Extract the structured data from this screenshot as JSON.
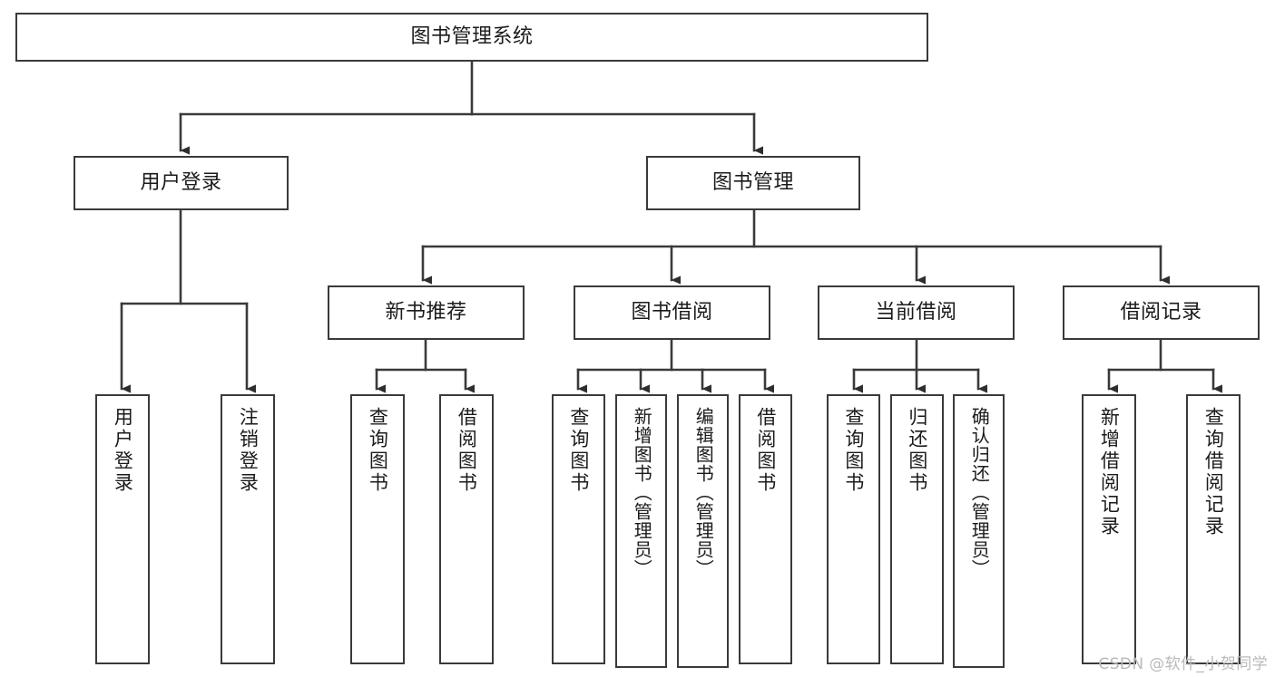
{
  "diagram": {
    "title": "图书管理系统",
    "type": "tree-hierarchy",
    "root": {
      "label": "图书管理系统"
    },
    "level1": [
      {
        "label": "用户登录"
      },
      {
        "label": "图书管理"
      }
    ],
    "level2": [
      {
        "label": "新书推荐"
      },
      {
        "label": "图书借阅"
      },
      {
        "label": "当前借阅"
      },
      {
        "label": "借阅记录"
      }
    ],
    "leaves": {
      "user_login": [
        {
          "label": "用户登录"
        },
        {
          "label": "注销登录"
        }
      ],
      "new_book_recommend": [
        {
          "label": "查询图书"
        },
        {
          "label": "借阅图书"
        }
      ],
      "book_borrow": [
        {
          "label": "查询图书"
        },
        {
          "label": "新增图书（管理员）"
        },
        {
          "label": "编辑图书（管理员）"
        },
        {
          "label": "借阅图书"
        }
      ],
      "current_borrow": [
        {
          "label": "查询图书"
        },
        {
          "label": "归还图书"
        },
        {
          "label": "确认归还（管理员）"
        }
      ],
      "borrow_record": [
        {
          "label": "新增借阅记录"
        },
        {
          "label": "查询借阅记录"
        }
      ]
    }
  },
  "watermark": {
    "text": "CSDN @软件_小贺同学"
  },
  "colors": {
    "stroke": "#3a3a3a",
    "text": "#1b1b1b",
    "background": "#ffffff",
    "watermark": "#b9b9b9"
  }
}
